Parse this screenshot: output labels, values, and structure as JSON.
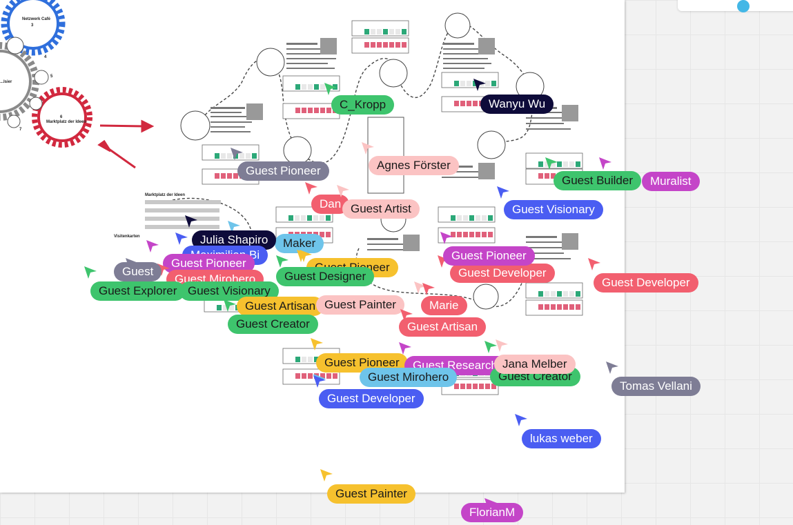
{
  "colors": {
    "board": "#ffffff",
    "canvas": "#f2f2f2",
    "gear_blue": "#2f6fdc",
    "gear_gray": "#8a8a8a",
    "gear_red": "#d1283e",
    "arrow_red": "#d1283e",
    "cell_pink": "#e0607a",
    "cell_green": "#2ca878"
  },
  "gears": {
    "blue_label": "Netzwerk Café",
    "blue_number": "3",
    "red_label": "Marktplatz der Ideen",
    "red_number": "6",
    "gray_label": "...lsier",
    "side_numbers": [
      "4",
      "5",
      "7"
    ]
  },
  "board_labels": {
    "marketplace": "Marktplatz der Ideen",
    "cards": "Visitenkarten"
  },
  "cursors": [
    {
      "name": "C_Kropp",
      "color": "#3ec46d",
      "text_color": "#1a1a1a",
      "icon": "cursor-arrow-icon"
    },
    {
      "name": "Wanyu Wu",
      "color": "#0e0b3a",
      "text_color": "#ffffff",
      "icon": "cursor-arrow-icon"
    },
    {
      "name": "Guest Pioneer",
      "color": "#7e7d95",
      "text_color": "#ffffff",
      "icon": "cursor-arrow-icon"
    },
    {
      "name": "Agnes Förster",
      "color": "#fbc3c3",
      "text_color": "#1a1a1a",
      "icon": "cursor-arrow-icon"
    },
    {
      "name": "Muralist",
      "color": "#c445c8",
      "text_color": "#ffffff",
      "icon": "cursor-arrow-icon"
    },
    {
      "name": "Guest Builder",
      "color": "#3ec46d",
      "text_color": "#1a1a1a",
      "icon": "cursor-arrow-icon"
    },
    {
      "name": "Dan",
      "color": "#f25f6f",
      "text_color": "#ffffff",
      "icon": "cursor-arrow-icon"
    },
    {
      "name": "Guest Artist",
      "color": "#fbc3c3",
      "text_color": "#1a1a1a",
      "icon": "cursor-arrow-icon"
    },
    {
      "name": "Guest Visionary",
      "color": "#4a5df2",
      "text_color": "#ffffff",
      "icon": "cursor-arrow-icon"
    },
    {
      "name": "Maker",
      "color": "#6ec4ea",
      "text_color": "#1a1a1a",
      "icon": "cursor-arrow-icon"
    },
    {
      "name": "Julia Shapiro",
      "color": "#0e0b3a",
      "text_color": "#ffffff",
      "icon": "cursor-arrow-icon"
    },
    {
      "name": "Maximilian Bi",
      "color": "#4a5df2",
      "text_color": "#ffffff",
      "icon": "cursor-arrow-icon"
    },
    {
      "name": "Guest Pioneer",
      "color": "#c445c8",
      "text_color": "#ffffff",
      "icon": "cursor-arrow-icon"
    },
    {
      "name": "Guest Pioneer",
      "color": "#f6c12e",
      "text_color": "#1a1a1a",
      "icon": "cursor-arrow-icon"
    },
    {
      "name": "Guest Developer",
      "color": "#f25f6f",
      "text_color": "#ffffff",
      "icon": "cursor-arrow-icon"
    },
    {
      "name": "Guest Developer",
      "color": "#f25f6f",
      "text_color": "#ffffff",
      "icon": "cursor-arrow-icon"
    },
    {
      "name": "Guest Mirohero",
      "color": "#f25f6f",
      "text_color": "#ffffff",
      "icon": "cursor-arrow-icon"
    },
    {
      "name": "Guest Designer",
      "color": "#3ec46d",
      "text_color": "#1a1a1a",
      "icon": "cursor-arrow-icon"
    },
    {
      "name": "Guest Explorer",
      "color": "#3ec46d",
      "text_color": "#1a1a1a",
      "icon": "cursor-arrow-icon"
    },
    {
      "name": "Guest Visionary",
      "color": "#3ec46d",
      "text_color": "#1a1a1a",
      "icon": "cursor-arrow-icon"
    },
    {
      "name": "Guest Artisan",
      "color": "#f6c12e",
      "text_color": "#1a1a1a",
      "icon": "cursor-arrow-icon"
    },
    {
      "name": "Guest Painter",
      "color": "#fbc3c3",
      "text_color": "#1a1a1a",
      "icon": "cursor-arrow-icon"
    },
    {
      "name": "Marie",
      "color": "#f25f6f",
      "text_color": "#ffffff",
      "icon": "cursor-arrow-icon"
    },
    {
      "name": "Guest Creator",
      "color": "#3ec46d",
      "text_color": "#1a1a1a",
      "icon": "cursor-arrow-icon"
    },
    {
      "name": "Guest Artisan",
      "color": "#f25f6f",
      "text_color": "#ffffff",
      "icon": "cursor-arrow-icon"
    },
    {
      "name": "Guest Pioneer",
      "color": "#f6c12e",
      "text_color": "#1a1a1a",
      "icon": "cursor-arrow-icon"
    },
    {
      "name": "Guest Researcher",
      "color": "#c445c8",
      "text_color": "#ffffff",
      "icon": "cursor-arrow-icon"
    },
    {
      "name": "Guest Creator",
      "color": "#3ec46d",
      "text_color": "#1a1a1a",
      "icon": "cursor-arrow-icon"
    },
    {
      "name": "Jana Melber",
      "color": "#fbc3c3",
      "text_color": "#1a1a1a",
      "icon": "cursor-arrow-icon"
    },
    {
      "name": "Guest Mirohero",
      "color": "#6ec4ea",
      "text_color": "#1a1a1a",
      "icon": "cursor-arrow-icon"
    },
    {
      "name": "Tomas Vellani",
      "color": "#7e7d95",
      "text_color": "#ffffff",
      "icon": "cursor-arrow-icon"
    },
    {
      "name": "Guest Developer",
      "color": "#4a5df2",
      "text_color": "#ffffff",
      "icon": "cursor-arrow-icon"
    },
    {
      "name": "lukas weber",
      "color": "#4a5df2",
      "text_color": "#ffffff",
      "icon": "cursor-arrow-icon"
    },
    {
      "name": "Guest Painter",
      "color": "#f6c12e",
      "text_color": "#1a1a1a",
      "icon": "cursor-arrow-icon"
    },
    {
      "name": "FlorianM",
      "color": "#c445c8",
      "text_color": "#ffffff",
      "icon": "cursor-arrow-icon"
    },
    {
      "name": "Guest",
      "color": "#7e7d95",
      "text_color": "#ffffff",
      "icon": "cursor-arrow-icon"
    },
    {
      "name": "Guest Pioneer",
      "color": "#c445c8",
      "text_color": "#ffffff",
      "icon": "cursor-arrow-icon"
    }
  ]
}
